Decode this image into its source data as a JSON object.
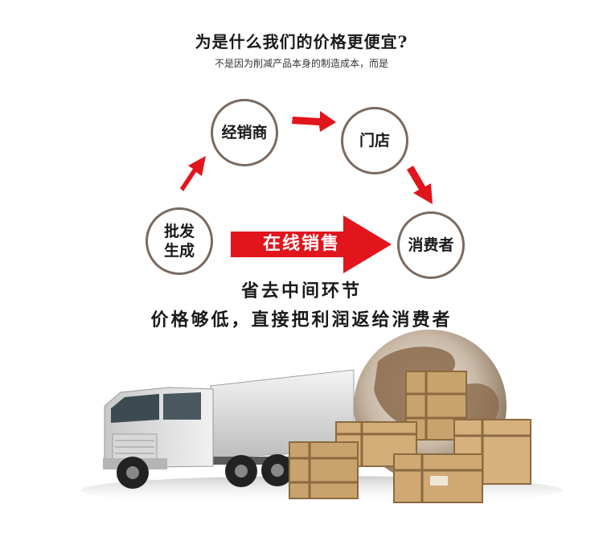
{
  "header": {
    "title": "为是什么我们的价格更便宜?",
    "subtitle": "不是因为削减产品本身的制造成本，而是"
  },
  "diagram": {
    "nodes": {
      "dealer": "经销商",
      "store": "门店",
      "maker_line1": "批发",
      "maker_line2": "生成",
      "consumer": "消费者"
    },
    "online_label": "在线销售",
    "colors": {
      "arrow": "#e2141c",
      "circle_border": "#7a6a60"
    }
  },
  "slogan": {
    "line1": "省去中间环节",
    "line2": "价格够低，直接把利润返给消费者"
  },
  "illustration": {
    "icons": [
      "truck-icon",
      "globe-icon",
      "crate-icon"
    ]
  }
}
